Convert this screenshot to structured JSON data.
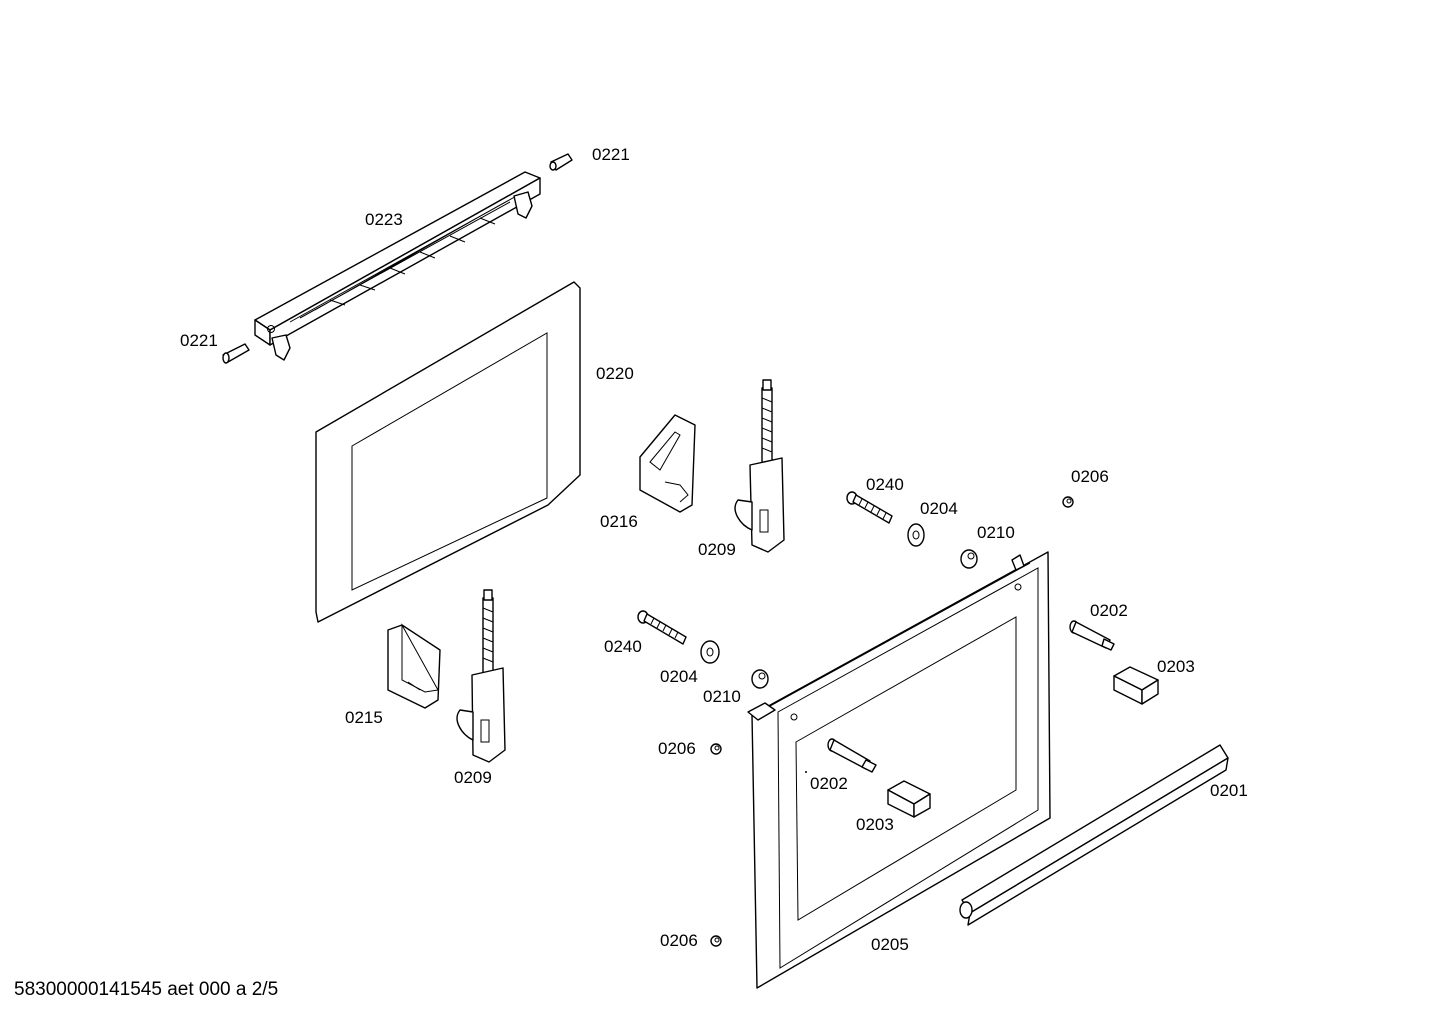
{
  "labels": {
    "p0221_top": "0221",
    "p0221_left": "0221",
    "p0223": "0223",
    "p0220": "0220",
    "p0216": "0216",
    "p0209_upper": "0209",
    "p0240_upper": "0240",
    "p0204_upper": "0204",
    "p0206_upper": "0206",
    "p0210_upper": "0210",
    "p0202_right": "0202",
    "p0203_right": "0203",
    "p0240_lower": "0240",
    "p0204_lower": "0204",
    "p0210_lower": "0210",
    "p0215": "0215",
    "p0209_lower": "0209",
    "p0206_mid": "0206",
    "p0202_inner": "0202",
    "p0203_inner": "0203",
    "p0201": "0201",
    "p0206_bottom": "0206",
    "p0205": "0205"
  },
  "footer": "58300000141545 aet 000 a 2/5"
}
